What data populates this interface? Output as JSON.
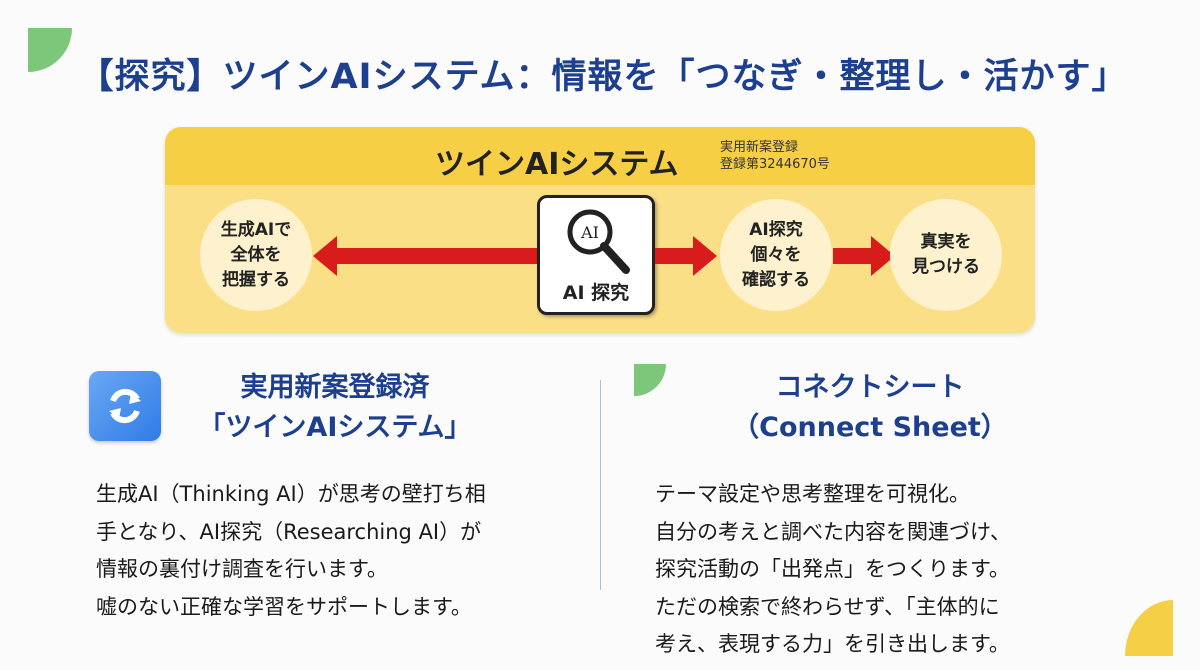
{
  "title": "【探究】ツインAIシステム：情報を「つなぎ・整理し・活かす」",
  "panel": {
    "title": "ツインAIシステム",
    "registration_line1": "実用新案登録",
    "registration_line2": "登録第3244670号",
    "left_circle": "生成AIで\n全体を\n把握する",
    "center_icon_text": "AI",
    "center_label": "AI 探究",
    "mid_circle": "AI探究\n個々を\n確認する",
    "right_circle": "真実を\n見つける"
  },
  "left": {
    "heading": "実用新案登録済\n「ツインAIシステム」",
    "icon": "refresh-icon",
    "lines": [
      "生成AI（Thinking AI）が思考の壁打ち相",
      "手となり、AI探究（Researching AI）が",
      "情報の裏付け調査を行います。",
      "嘘のない正確な学習をサポートします。"
    ]
  },
  "right": {
    "heading": "コネクトシート\n（Connect Sheet）",
    "lines": [
      "テーマ設定や思考整理を可視化。",
      "自分の考えと調べた内容を関連づけ、",
      "探究活動の「出発点」をつくります。",
      "ただの検索で終わらせず、「主体的に",
      "考え、表現する力」を引き出します。"
    ]
  },
  "colors": {
    "accent": "#1d3f8f",
    "panel": "#fbdf86",
    "band": "#f7cf44",
    "arrow": "#d81b1b",
    "green": "#7cc77a",
    "yellow": "#f5cf45"
  }
}
